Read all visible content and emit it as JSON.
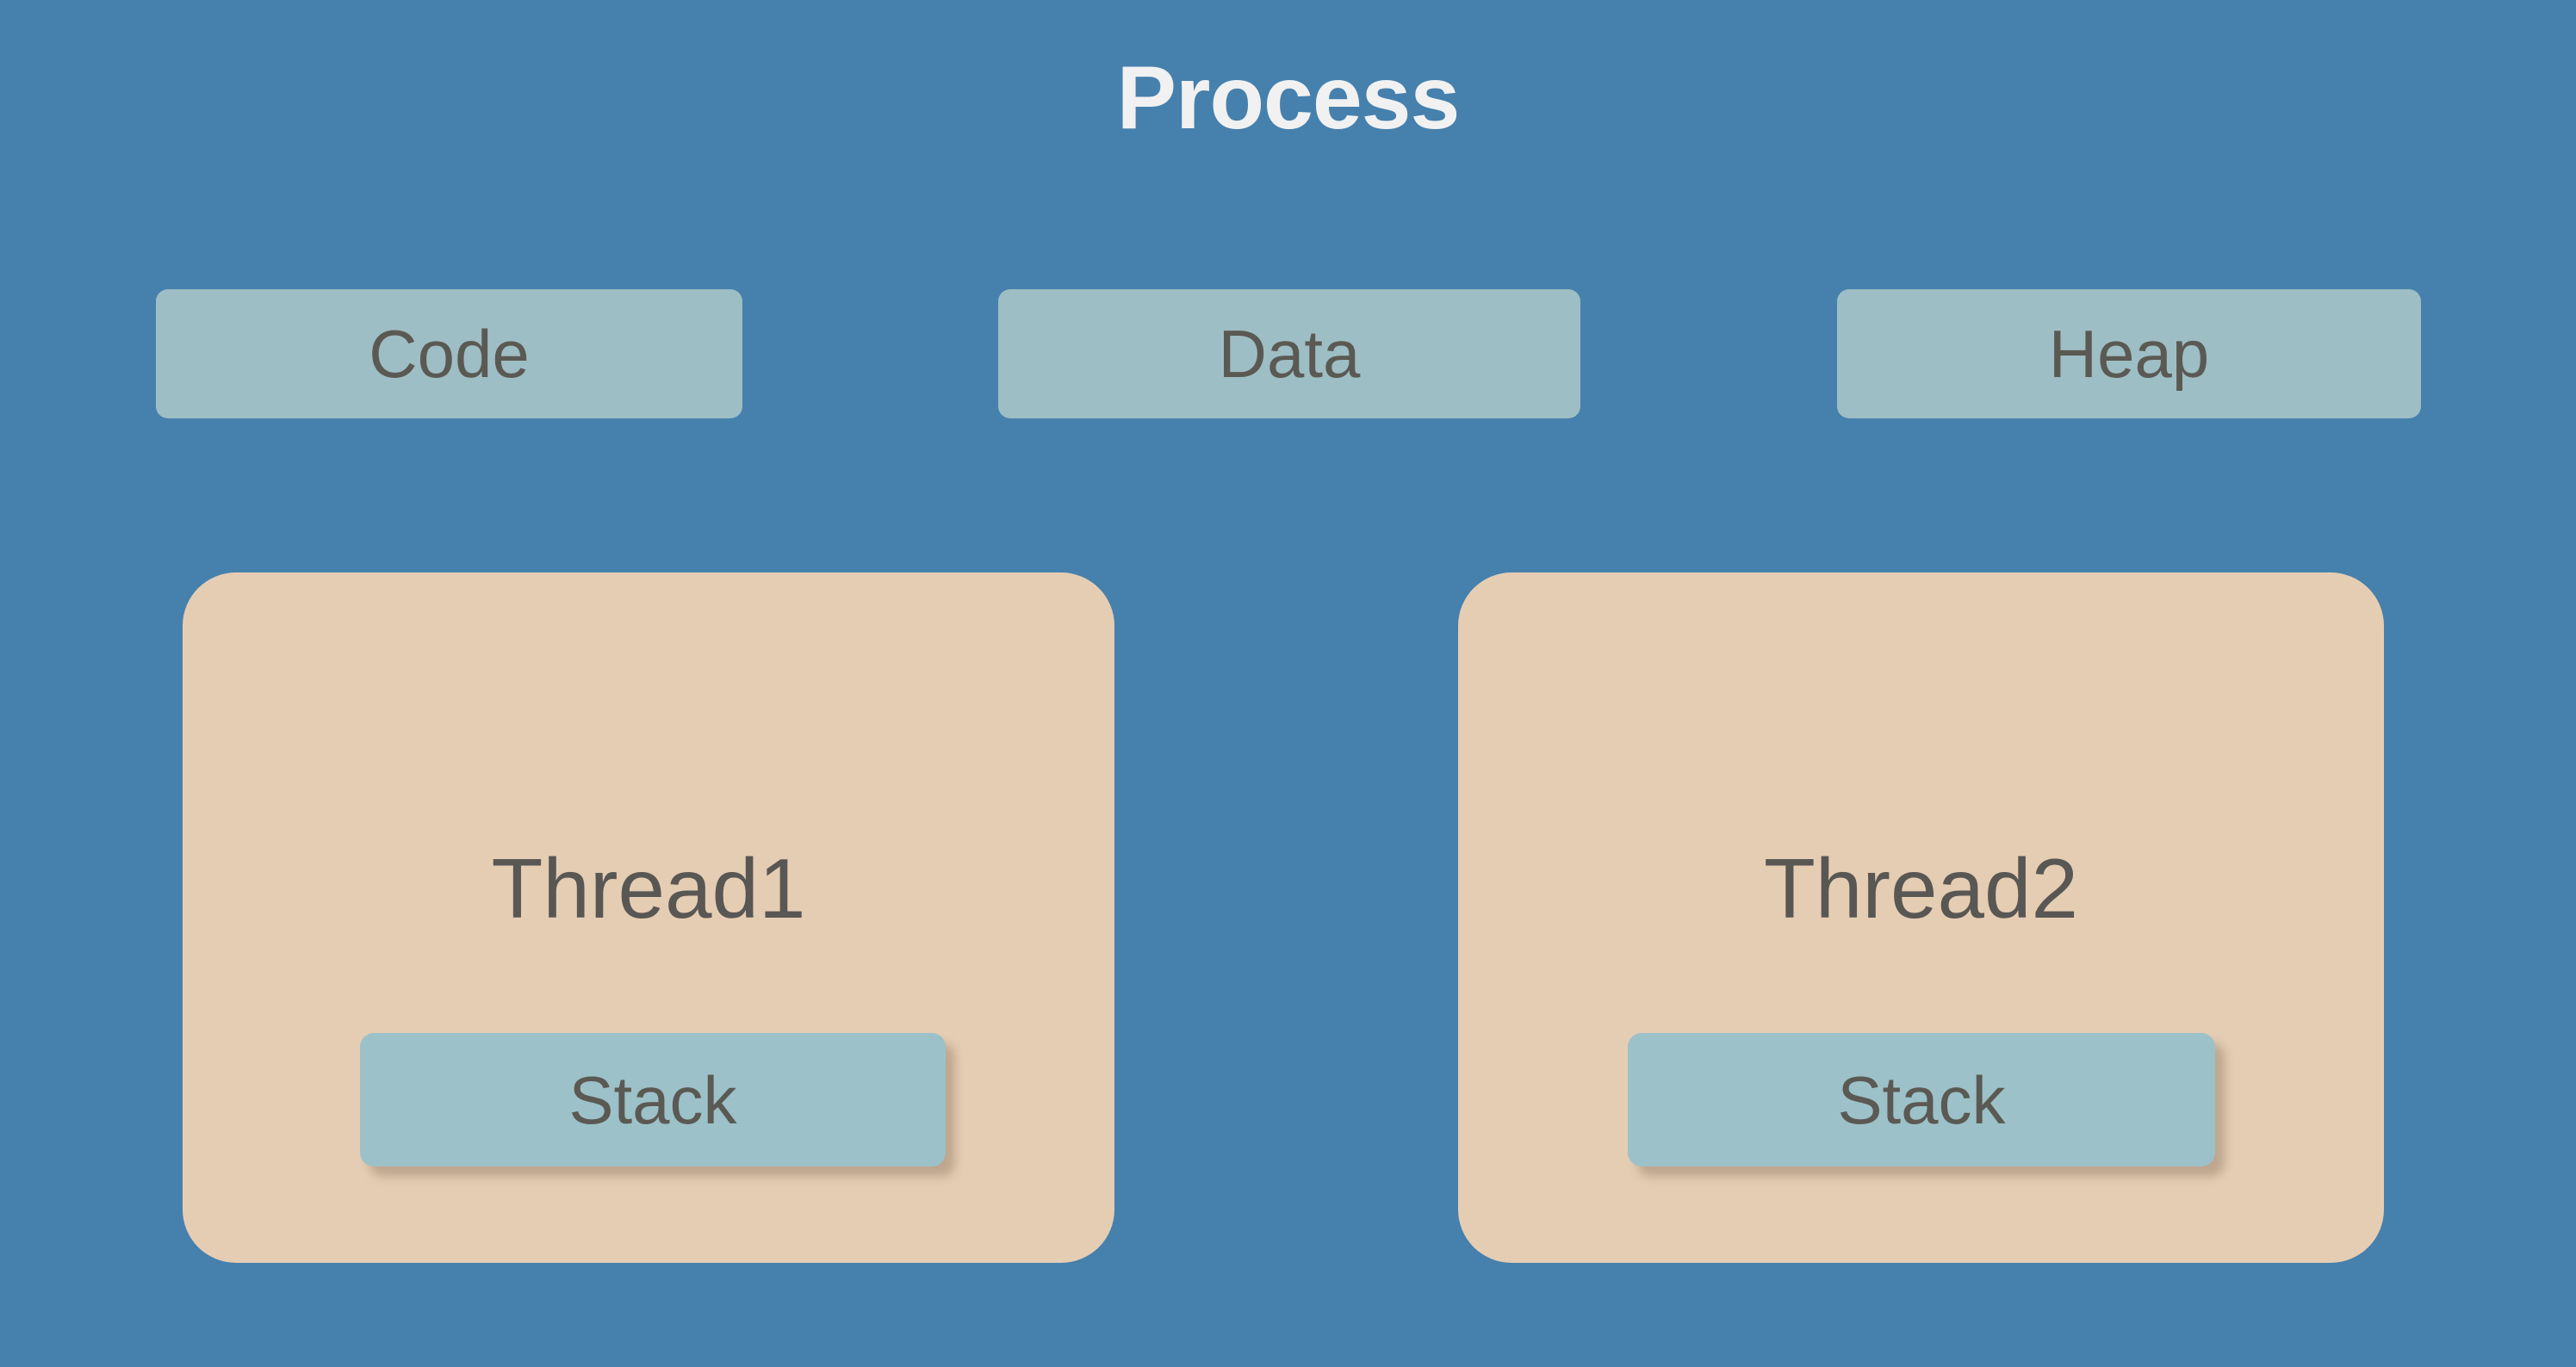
{
  "diagram": {
    "title": "Process",
    "background_color": "#4680ad",
    "title_color": "#f1f1f1",
    "segment_color": "#9dbec4",
    "thread_card_color": "#e5cdb3",
    "stack_color": "#9cc1c8",
    "label_color": "#5b5953"
  },
  "segments": [
    {
      "label": "Code"
    },
    {
      "label": "Data"
    },
    {
      "label": "Heap"
    }
  ],
  "threads": [
    {
      "label": "Thread1",
      "stack_label": "Stack"
    },
    {
      "label": "Thread2",
      "stack_label": "Stack"
    }
  ]
}
